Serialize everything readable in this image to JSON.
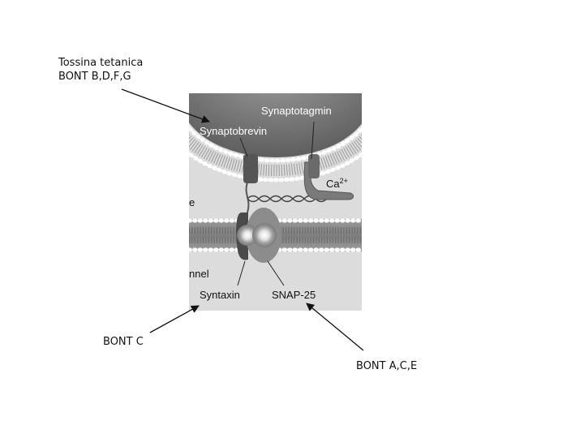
{
  "annotations": {
    "toxin_line1": "Tossina tetanica",
    "toxin_line2": "BONT B,D,F,G",
    "bont_c": "BONT C",
    "bont_ace": "BONT A,C,E"
  },
  "figure": {
    "synaptotagmin": "Synaptotagmin",
    "synaptobrevin": "Synaptobrevin",
    "ca_base": "Ca",
    "ca_charge": "2+",
    "syntaxin": "Syntaxin",
    "snap25": "SNAP-25",
    "channel_fragment": "nnel",
    "e_fragment": "e"
  },
  "colors": {
    "panel_bg": "#dcdcdc",
    "vesicle": "#6e6e6e",
    "membrane": "#8a8a8a",
    "head_group": "#ffffff",
    "arrow": "#111111"
  }
}
